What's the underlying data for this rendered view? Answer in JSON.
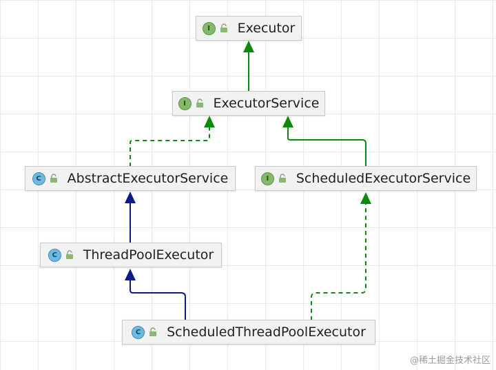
{
  "nodes": {
    "executor": {
      "kind": "I",
      "label": "Executor"
    },
    "executor_service": {
      "kind": "I",
      "label": "ExecutorService"
    },
    "abstract_executor_service": {
      "kind": "C",
      "label": "AbstractExecutorService"
    },
    "scheduled_executor_service": {
      "kind": "I",
      "label": "ScheduledExecutorService"
    },
    "thread_pool_executor": {
      "kind": "C",
      "label": "ThreadPoolExecutor"
    },
    "scheduled_thread_pool_executor": {
      "kind": "C",
      "label": "ScheduledThreadPoolExecutor"
    }
  },
  "edges": [
    {
      "from": "ExecutorService",
      "to": "Executor",
      "type": "interface-extends",
      "color": "#0a8a0a",
      "style": "solid"
    },
    {
      "from": "AbstractExecutorService",
      "to": "ExecutorService",
      "type": "implements",
      "color": "#0a8a0a",
      "style": "dashed"
    },
    {
      "from": "ScheduledExecutorService",
      "to": "ExecutorService",
      "type": "interface-extends",
      "color": "#0a8a0a",
      "style": "solid"
    },
    {
      "from": "ThreadPoolExecutor",
      "to": "AbstractExecutorService",
      "type": "class-extends",
      "color": "#0d1b8a",
      "style": "solid"
    },
    {
      "from": "ScheduledThreadPoolExecutor",
      "to": "ThreadPoolExecutor",
      "type": "class-extends",
      "color": "#0d1b8a",
      "style": "solid"
    },
    {
      "from": "ScheduledThreadPoolExecutor",
      "to": "ScheduledExecutorService",
      "type": "implements",
      "color": "#0a8a0a",
      "style": "dashed"
    }
  ],
  "colors": {
    "implements_arrow": "#0a8a0a",
    "extends_arrow": "#0d1b8a",
    "interface_badge": "#84b86a",
    "class_badge": "#6fb8df",
    "node_fill": "#f2f2f2"
  },
  "icons": {
    "interface": "interface-icon",
    "class": "class-icon",
    "visibility": "unlock-icon"
  },
  "watermark": "@稀土掘金技术社区"
}
